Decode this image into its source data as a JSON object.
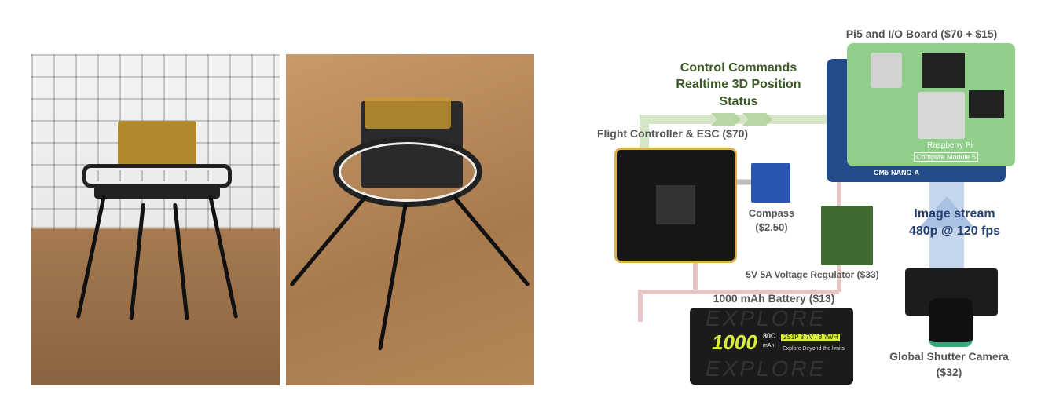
{
  "photos": {
    "left": "drone-front-view",
    "right": "drone-angled-view"
  },
  "diagram": {
    "pi_label": "Pi5 and I/O Board ($70 + $15)",
    "pi_text": "Raspberry Pi",
    "pi_module": "Compute Module 5",
    "io_board": "CM5-NANO-A",
    "control_lines": [
      "Control Commands",
      "Realtime 3D Position",
      "Status"
    ],
    "fc_label": "Flight Controller & ESC ($70)",
    "compass_label": [
      "Compass",
      "($2.50)"
    ],
    "regulator_label": "5V 5A Voltage Regulator ($33)",
    "battery_label": "1000 mAh Battery ($13)",
    "battery_text": {
      "brand": "EXPLORE",
      "capacity": "1000",
      "rate": "80C",
      "unit": "mAh",
      "spec": "2S1P 8.7V / 8.7WH",
      "slogan": "Explore Beyond the limits"
    },
    "image_stream": [
      "Image stream",
      "480p @ 120 fps"
    ],
    "camera_label": [
      "Global Shutter Camera",
      "($32)"
    ],
    "colors": {
      "control": "#d5e6c8",
      "power": "#e8c4c4",
      "image": "#c5d6ec"
    }
  }
}
